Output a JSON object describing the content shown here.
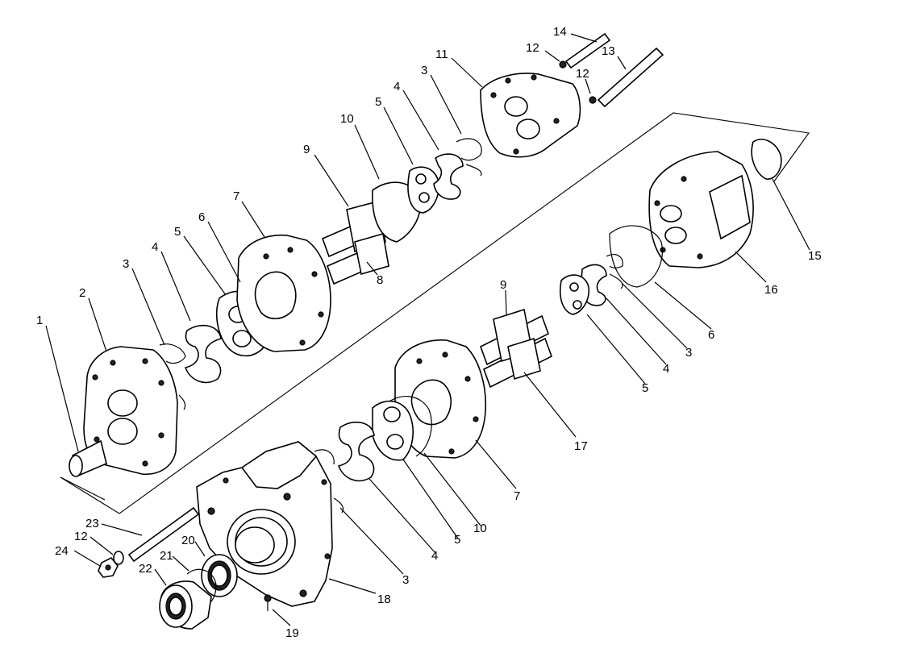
{
  "callouts": [
    {
      "id": "c1",
      "text": "1"
    },
    {
      "id": "c2",
      "text": "2"
    },
    {
      "id": "c3a",
      "text": "3"
    },
    {
      "id": "c4a",
      "text": "4"
    },
    {
      "id": "c5a",
      "text": "5"
    },
    {
      "id": "c6a",
      "text": "6"
    },
    {
      "id": "c7a",
      "text": "7"
    },
    {
      "id": "c8",
      "text": "8"
    },
    {
      "id": "c9a",
      "text": "9"
    },
    {
      "id": "c10a",
      "text": "10"
    },
    {
      "id": "c5b",
      "text": "5"
    },
    {
      "id": "c4b",
      "text": "4"
    },
    {
      "id": "c3b",
      "text": "3"
    },
    {
      "id": "c11",
      "text": "11"
    },
    {
      "id": "c12a",
      "text": "12"
    },
    {
      "id": "c14",
      "text": "14"
    },
    {
      "id": "c13",
      "text": "13"
    },
    {
      "id": "c12b",
      "text": "12"
    },
    {
      "id": "c15",
      "text": "15"
    },
    {
      "id": "c16",
      "text": "16"
    },
    {
      "id": "c6b",
      "text": "6"
    },
    {
      "id": "c3c",
      "text": "3"
    },
    {
      "id": "c4c",
      "text": "4"
    },
    {
      "id": "c5c",
      "text": "5"
    },
    {
      "id": "c9b",
      "text": "9"
    },
    {
      "id": "c17",
      "text": "17"
    },
    {
      "id": "c7b",
      "text": "7"
    },
    {
      "id": "c10b",
      "text": "10"
    },
    {
      "id": "c5d",
      "text": "5"
    },
    {
      "id": "c4d",
      "text": "4"
    },
    {
      "id": "c3d",
      "text": "3"
    },
    {
      "id": "c18",
      "text": "18"
    },
    {
      "id": "c19",
      "text": "19"
    },
    {
      "id": "c23",
      "text": "23"
    },
    {
      "id": "c12c",
      "text": "12"
    },
    {
      "id": "c24",
      "text": "24"
    },
    {
      "id": "c20",
      "text": "20"
    },
    {
      "id": "c21",
      "text": "21"
    },
    {
      "id": "c22",
      "text": "22"
    }
  ]
}
